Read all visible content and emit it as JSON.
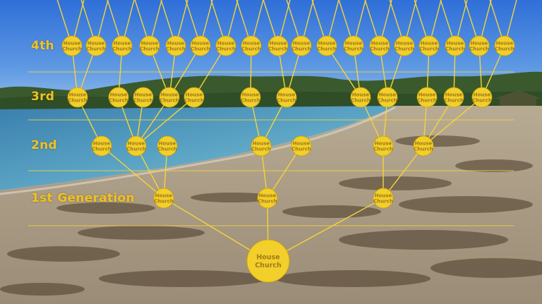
{
  "colors": {
    "node_fill": "#f2cf2a",
    "node_stroke": "#c9a200",
    "node_text": "#a07a18",
    "line": "#f5d43a",
    "label": "#f2c21e"
  },
  "generation_labels": {
    "gen4": "4th",
    "gen3": "3rd",
    "gen2": "2nd",
    "gen1": "1st Generation"
  },
  "node_text": {
    "line1": "House",
    "line2": "Church"
  }
}
